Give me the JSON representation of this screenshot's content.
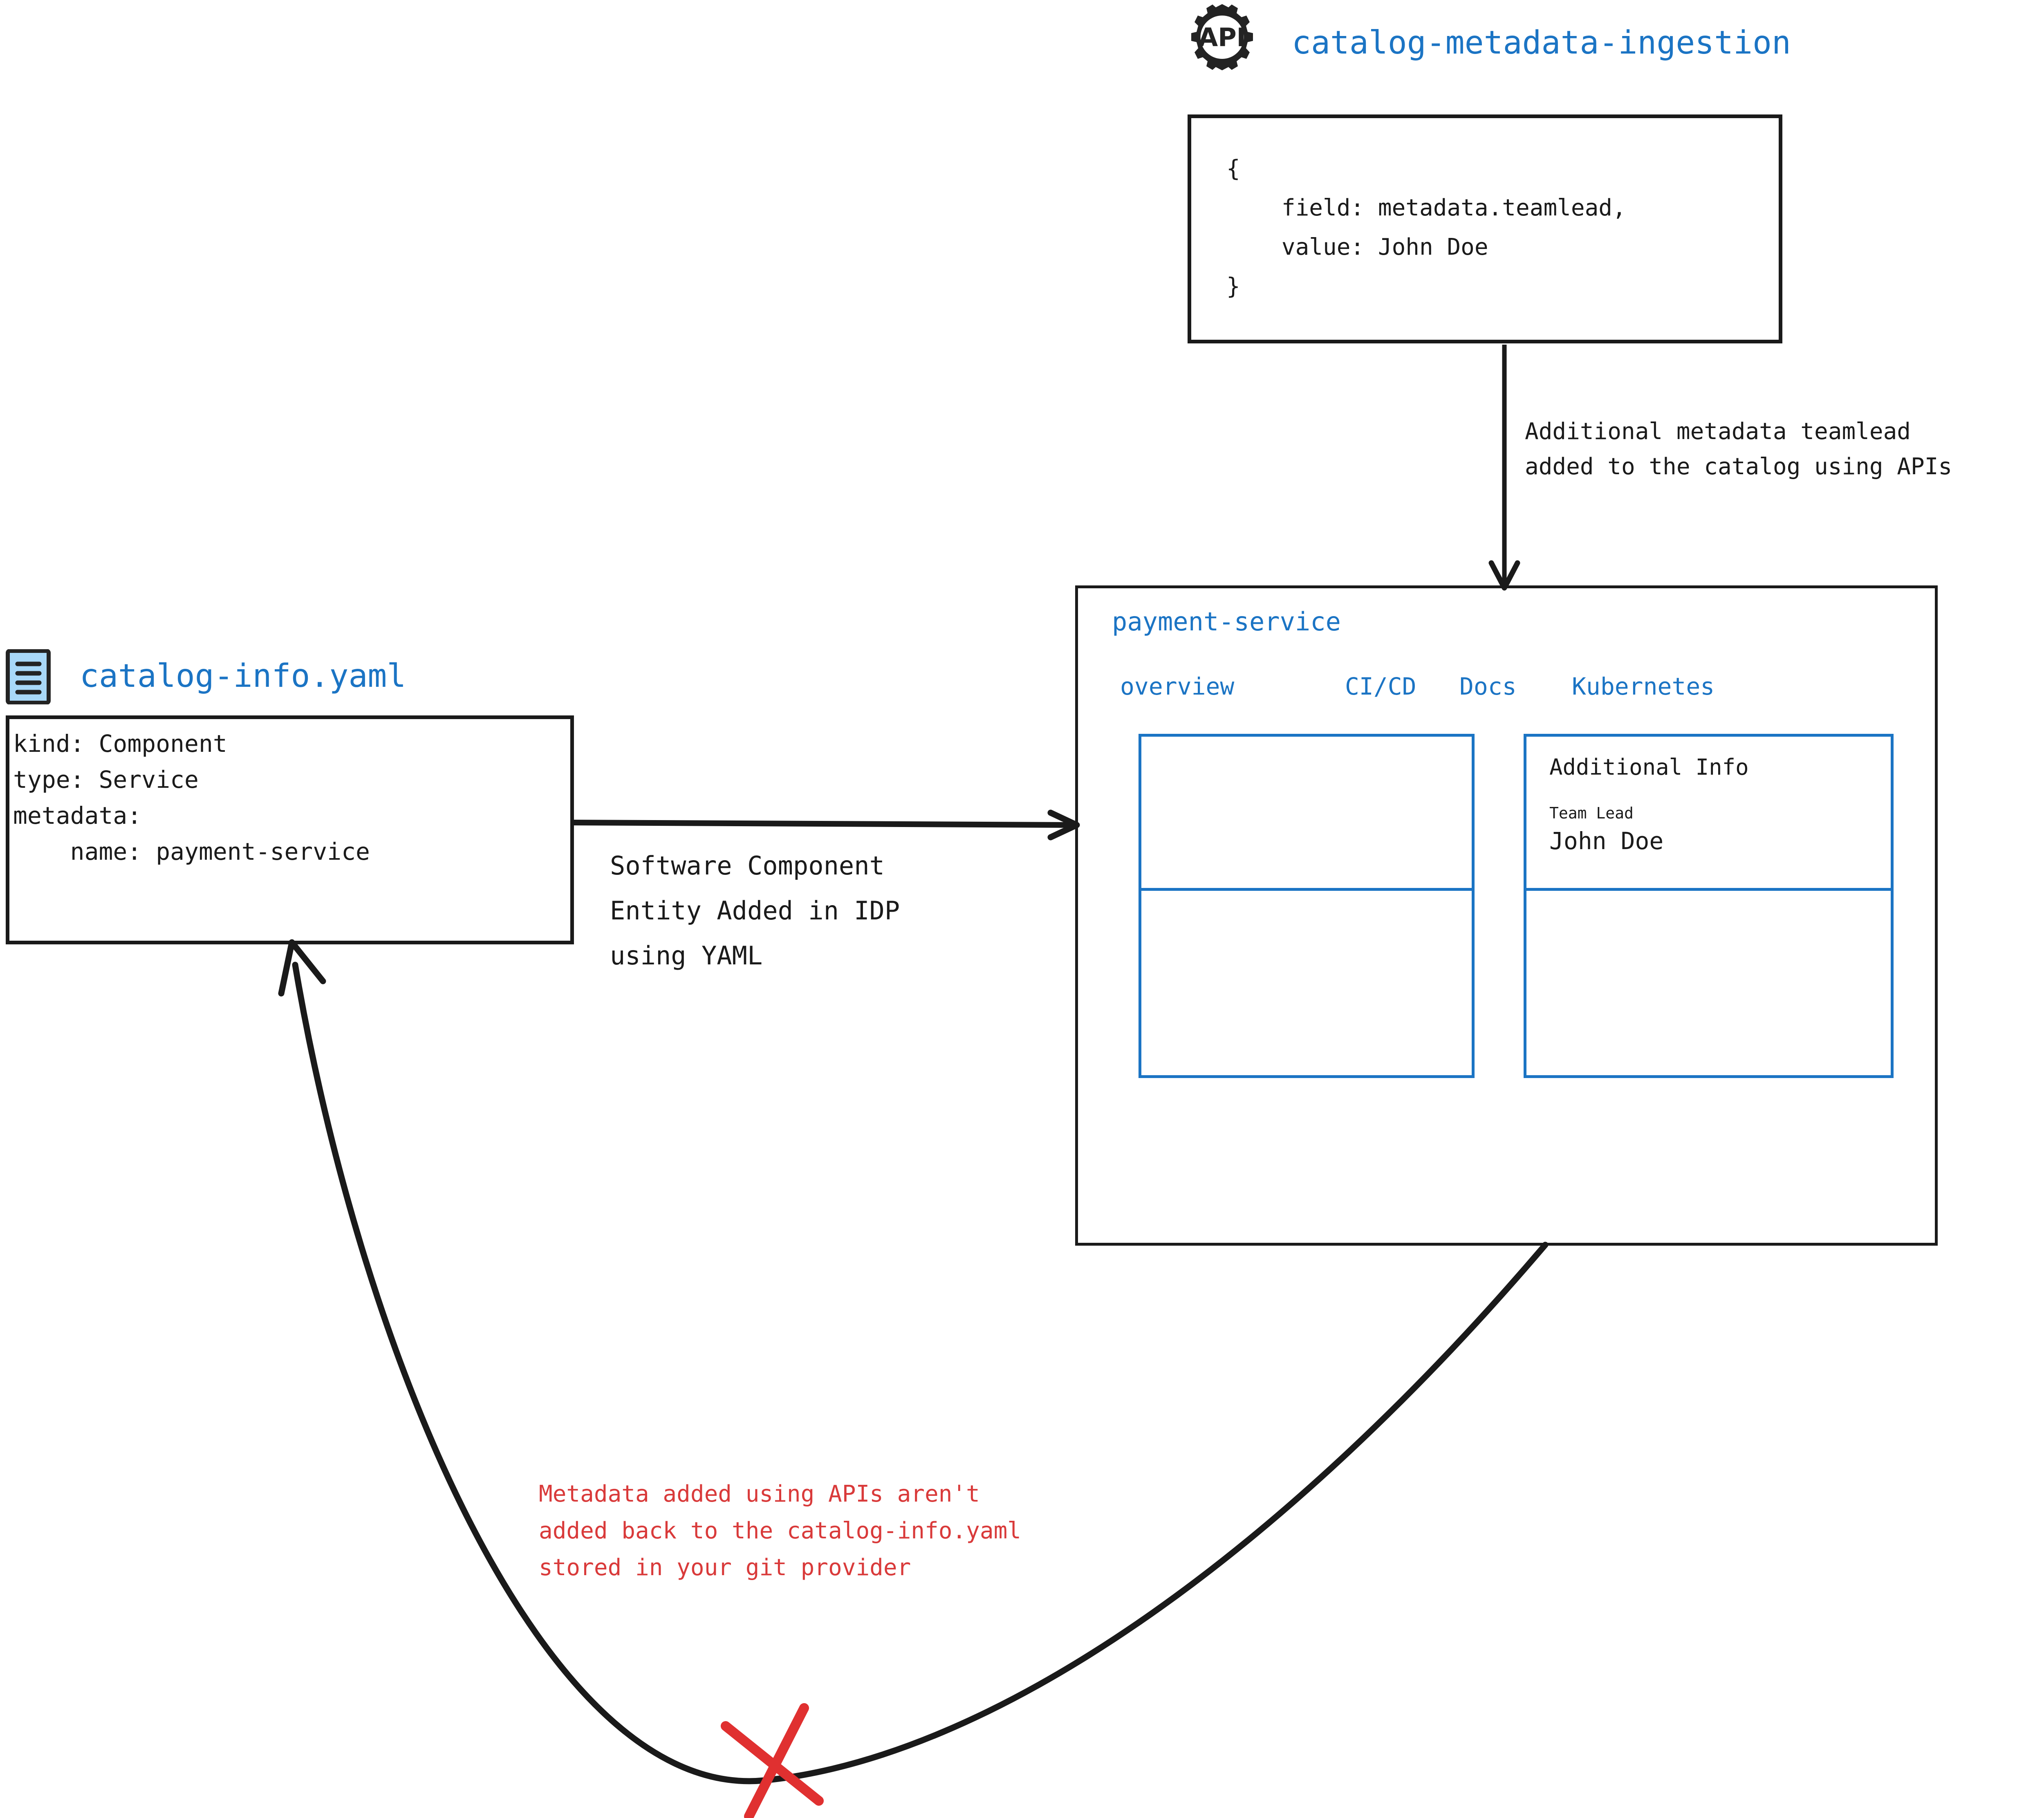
{
  "colors": {
    "blue": "#1b74c4",
    "red": "#d93a3a",
    "ink": "#1a1a1a",
    "icon_fill": "#a8d8f8"
  },
  "api_node": {
    "icon": "api-gear-icon",
    "icon_text": "API",
    "title": "catalog-metadata-ingestion",
    "code": "{\n    field: metadata.teamlead,\n    value: John Doe\n}"
  },
  "api_arrow": {
    "label": "Additional metadata teamlead\nadded to the catalog using APIs"
  },
  "yaml_node": {
    "icon": "yaml-file-icon",
    "title": "catalog-info.yaml",
    "code": "kind: Component\ntype: Service\nmetadata:\n    name: payment-service"
  },
  "yaml_arrow": {
    "label": "Software Component\nEntity Added in IDP\nusing YAML"
  },
  "panel": {
    "title": "payment-service",
    "tabs": [
      {
        "label": "overview"
      },
      {
        "label": "CI/CD"
      },
      {
        "label": "Docs"
      },
      {
        "label": "Kubernetes"
      }
    ],
    "cards": {
      "top_left": {
        "content": ""
      },
      "top_right": {
        "title": "Additional Info",
        "field_label": "Team Lead",
        "field_value": "John Doe"
      },
      "bottom_left": {
        "content": ""
      },
      "bottom_right": {
        "content": ""
      }
    }
  },
  "warning": {
    "text": "Metadata added using APIs aren't\nadded back to the catalog-info.yaml\nstored in your git provider",
    "marker": "red-x-cross"
  }
}
